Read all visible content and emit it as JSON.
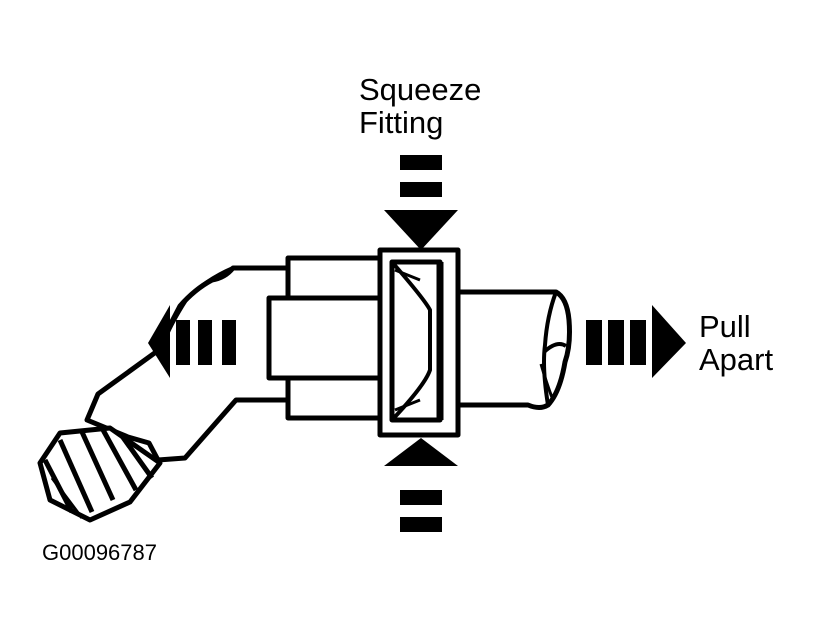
{
  "labels": {
    "squeeze_line1": "Squeeze",
    "squeeze_line2": "Fitting",
    "pull_line1": "Pull",
    "pull_line2": "Apart",
    "figure_id": "G00096787"
  },
  "colors": {
    "ink": "#000000",
    "background": "#ffffff"
  }
}
